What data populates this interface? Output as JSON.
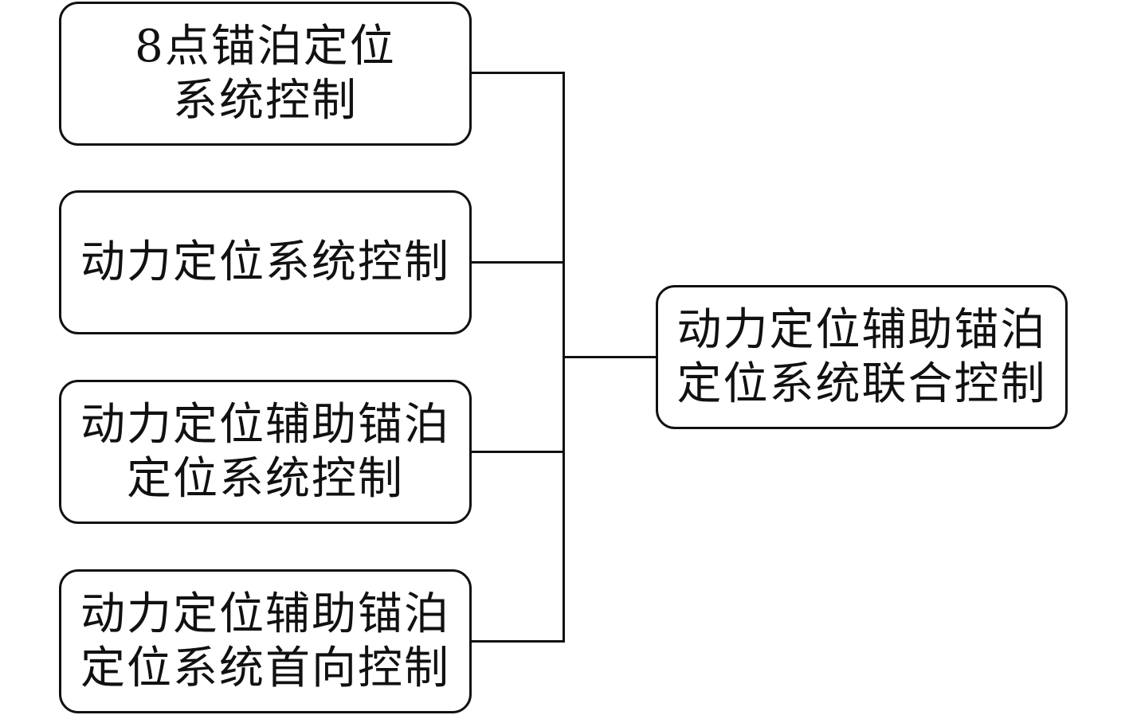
{
  "diagram": {
    "inputs": [
      {
        "line1": "8点锚泊定位",
        "line2": "系统控制"
      },
      {
        "line1": "动力定位系统控制",
        "line2": ""
      },
      {
        "line1": "动力定位辅助锚泊",
        "line2": "定位系统控制"
      },
      {
        "line1": "动力定位辅助锚泊",
        "line2": "定位系统首向控制"
      }
    ],
    "output": {
      "line1": "动力定位辅助锚泊",
      "line2": "定位系统联合控制"
    },
    "colors": {
      "stroke": "#111111",
      "background": "#ffffff"
    }
  }
}
